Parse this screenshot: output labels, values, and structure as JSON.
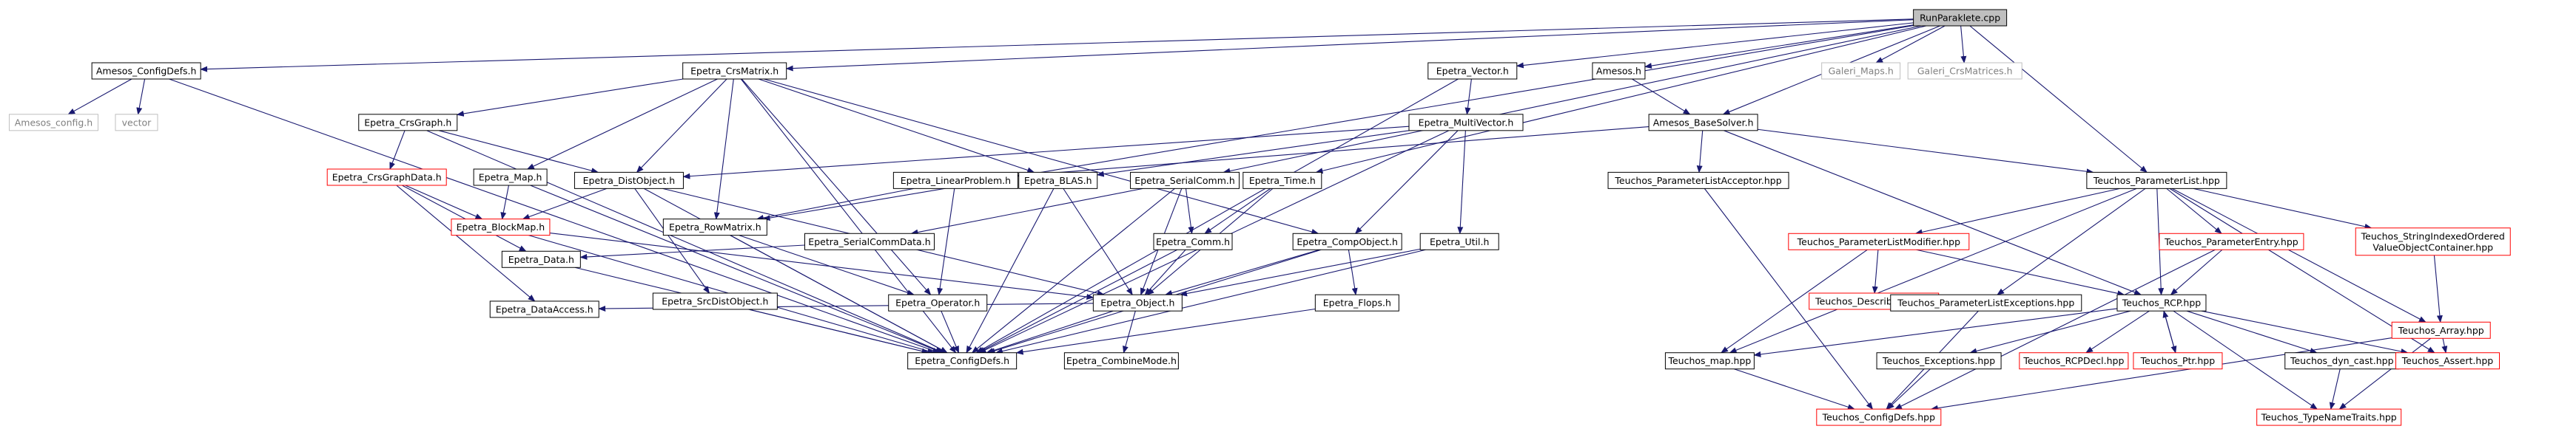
{
  "colors": {
    "edge": "#191970",
    "root_fill": "#bfbfbf",
    "node_border": "#000000",
    "missing_border": "#bfbfbf",
    "truncated_border": "#ff0000",
    "text": "#000000",
    "missing_text": "#808080"
  },
  "nodes": [
    {
      "id": "root",
      "label": "RunParaklete.cpp",
      "kind": "root"
    },
    {
      "id": "amesos_configdefs",
      "label": "Amesos_ConfigDefs.h",
      "kind": "normal"
    },
    {
      "id": "amesos_config",
      "label": "Amesos_config.h",
      "kind": "missing"
    },
    {
      "id": "vector",
      "label": "vector",
      "kind": "missing"
    },
    {
      "id": "epetra_crsmatrix",
      "label": "Epetra_CrsMatrix.h",
      "kind": "normal"
    },
    {
      "id": "epetra_crsgraph",
      "label": "Epetra_CrsGraph.h",
      "kind": "normal"
    },
    {
      "id": "epetra_crsgraphdata",
      "label": "Epetra_CrsGraphData.h",
      "kind": "truncated"
    },
    {
      "id": "epetra_map",
      "label": "Epetra_Map.h",
      "kind": "normal"
    },
    {
      "id": "epetra_blockmap",
      "label": "Epetra_BlockMap.h",
      "kind": "truncated"
    },
    {
      "id": "epetra_distobject",
      "label": "Epetra_DistObject.h",
      "kind": "normal"
    },
    {
      "id": "epetra_data",
      "label": "Epetra_Data.h",
      "kind": "normal"
    },
    {
      "id": "epetra_dataaccess",
      "label": "Epetra_DataAccess.h",
      "kind": "normal"
    },
    {
      "id": "epetra_srcdistobject",
      "label": "Epetra_SrcDistObject.h",
      "kind": "normal"
    },
    {
      "id": "epetra_configdefs",
      "label": "Epetra_ConfigDefs.h",
      "kind": "normal"
    },
    {
      "id": "epetra_rowmatrix",
      "label": "Epetra_RowMatrix.h",
      "kind": "normal"
    },
    {
      "id": "epetra_linearproblem",
      "label": "Epetra_LinearProblem.h",
      "kind": "normal"
    },
    {
      "id": "epetra_blas",
      "label": "Epetra_BLAS.h",
      "kind": "normal"
    },
    {
      "id": "epetra_serialcommdata",
      "label": "Epetra_SerialCommData.h",
      "kind": "normal"
    },
    {
      "id": "epetra_operator",
      "label": "Epetra_Operator.h",
      "kind": "normal"
    },
    {
      "id": "epetra_serialcomm",
      "label": "Epetra_SerialComm.h",
      "kind": "normal"
    },
    {
      "id": "epetra_object",
      "label": "Epetra_Object.h",
      "kind": "normal"
    },
    {
      "id": "epetra_combinemode",
      "label": "Epetra_CombineMode.h",
      "kind": "normal"
    },
    {
      "id": "epetra_comm",
      "label": "Epetra_Comm.h",
      "kind": "normal"
    },
    {
      "id": "epetra_time",
      "label": "Epetra_Time.h",
      "kind": "normal"
    },
    {
      "id": "epetra_compobject",
      "label": "Epetra_CompObject.h",
      "kind": "normal"
    },
    {
      "id": "epetra_flops",
      "label": "Epetra_Flops.h",
      "kind": "normal"
    },
    {
      "id": "epetra_vector",
      "label": "Epetra_Vector.h",
      "kind": "normal"
    },
    {
      "id": "epetra_multivector",
      "label": "Epetra_MultiVector.h",
      "kind": "normal"
    },
    {
      "id": "epetra_util",
      "label": "Epetra_Util.h",
      "kind": "normal"
    },
    {
      "id": "amesos_h",
      "label": "Amesos.h",
      "kind": "normal"
    },
    {
      "id": "amesos_basesolver",
      "label": "Amesos_BaseSolver.h",
      "kind": "normal"
    },
    {
      "id": "teuchos_placcept",
      "label": "Teuchos_ParameterListAcceptor.hpp",
      "kind": "normal"
    },
    {
      "id": "galeri_maps",
      "label": "Galeri_Maps.h",
      "kind": "missing"
    },
    {
      "id": "galeri_crsmatrices",
      "label": "Galeri_CrsMatrices.h",
      "kind": "missing"
    },
    {
      "id": "teuchos_parameterlist",
      "label": "Teuchos_ParameterList.hpp",
      "kind": "normal"
    },
    {
      "id": "teuchos_plmodifier",
      "label": "Teuchos_ParameterListModifier.hpp",
      "kind": "truncated"
    },
    {
      "id": "teuchos_describable",
      "label": "Teuchos_Describable.hpp",
      "kind": "truncated"
    },
    {
      "id": "teuchos_parameterentry",
      "label": "Teuchos_ParameterEntry.hpp",
      "kind": "truncated"
    },
    {
      "id": "teuchos_sivo",
      "label": "Teuchos_StringIndexedOrdered\nValueObjectContainer.hpp",
      "kind": "truncated"
    },
    {
      "id": "teuchos_array",
      "label": "Teuchos_Array.hpp",
      "kind": "truncated"
    },
    {
      "id": "teuchos_plexceptions",
      "label": "Teuchos_ParameterListExceptions.hpp",
      "kind": "normal"
    },
    {
      "id": "teuchos_rcp",
      "label": "Teuchos_RCP.hpp",
      "kind": "normal"
    },
    {
      "id": "teuchos_map",
      "label": "Teuchos_map.hpp",
      "kind": "normal"
    },
    {
      "id": "teuchos_exceptions",
      "label": "Teuchos_Exceptions.hpp",
      "kind": "normal"
    },
    {
      "id": "teuchos_rcpdecl",
      "label": "Teuchos_RCPDecl.hpp",
      "kind": "truncated"
    },
    {
      "id": "teuchos_ptr",
      "label": "Teuchos_Ptr.hpp",
      "kind": "truncated"
    },
    {
      "id": "teuchos_dyncast",
      "label": "Teuchos_dyn_cast.hpp",
      "kind": "normal"
    },
    {
      "id": "teuchos_assert",
      "label": "Teuchos_Assert.hpp",
      "kind": "truncated"
    },
    {
      "id": "teuchos_configdefs",
      "label": "Teuchos_ConfigDefs.hpp",
      "kind": "truncated"
    },
    {
      "id": "teuchos_typenametraits",
      "label": "Teuchos_TypeNameTraits.hpp",
      "kind": "truncated"
    }
  ],
  "edges": [
    [
      "root",
      "amesos_configdefs"
    ],
    [
      "root",
      "epetra_crsmatrix"
    ],
    [
      "root",
      "epetra_vector"
    ],
    [
      "root",
      "amesos_h"
    ],
    [
      "root",
      "amesos_basesolver"
    ],
    [
      "root",
      "galeri_maps"
    ],
    [
      "root",
      "galeri_crsmatrices"
    ],
    [
      "root",
      "teuchos_parameterlist"
    ],
    [
      "root",
      "epetra_rowmatrix"
    ],
    [
      "root",
      "epetra_serialcomm"
    ],
    [
      "root",
      "epetra_time"
    ],
    [
      "amesos_configdefs",
      "amesos_config"
    ],
    [
      "amesos_configdefs",
      "vector"
    ],
    [
      "amesos_configdefs",
      "epetra_configdefs"
    ],
    [
      "epetra_crsmatrix",
      "epetra_crsgraph"
    ],
    [
      "epetra_crsmatrix",
      "epetra_distobject"
    ],
    [
      "epetra_crsmatrix",
      "epetra_map"
    ],
    [
      "epetra_crsmatrix",
      "epetra_rowmatrix"
    ],
    [
      "epetra_crsmatrix",
      "epetra_blas"
    ],
    [
      "epetra_crsmatrix",
      "epetra_compobject"
    ],
    [
      "epetra_crsmatrix",
      "epetra_operator"
    ],
    [
      "epetra_crsmatrix",
      "epetra_configdefs"
    ],
    [
      "epetra_crsgraph",
      "epetra_crsgraphdata"
    ],
    [
      "epetra_crsgraph",
      "epetra_distobject"
    ],
    [
      "epetra_crsgraph",
      "epetra_configdefs"
    ],
    [
      "epetra_crsgraphdata",
      "epetra_blockmap"
    ],
    [
      "epetra_crsgraphdata",
      "epetra_data"
    ],
    [
      "epetra_crsgraphdata",
      "epetra_dataaccess"
    ],
    [
      "epetra_map",
      "epetra_blockmap"
    ],
    [
      "epetra_map",
      "epetra_configdefs"
    ],
    [
      "epetra_distobject",
      "epetra_blockmap"
    ],
    [
      "epetra_distobject",
      "epetra_srcdistobject"
    ],
    [
      "epetra_distobject",
      "epetra_object"
    ],
    [
      "epetra_distobject",
      "epetra_configdefs"
    ],
    [
      "epetra_blockmap",
      "epetra_object"
    ],
    [
      "epetra_blockmap",
      "epetra_configdefs"
    ],
    [
      "epetra_data",
      "epetra_configdefs"
    ],
    [
      "epetra_srcdistobject",
      "epetra_configdefs"
    ],
    [
      "epetra_rowmatrix",
      "epetra_operator"
    ],
    [
      "epetra_rowmatrix",
      "epetra_configdefs"
    ],
    [
      "epetra_linearproblem",
      "epetra_rowmatrix"
    ],
    [
      "epetra_linearproblem",
      "epetra_operator"
    ],
    [
      "epetra_blas",
      "epetra_object"
    ],
    [
      "epetra_blas",
      "epetra_configdefs"
    ],
    [
      "epetra_serialcomm",
      "epetra_serialcommdata"
    ],
    [
      "epetra_serialcomm",
      "epetra_comm"
    ],
    [
      "epetra_serialcomm",
      "epetra_object"
    ],
    [
      "epetra_serialcomm",
      "epetra_configdefs"
    ],
    [
      "epetra_serialcommdata",
      "epetra_data"
    ],
    [
      "epetra_operator",
      "epetra_configdefs"
    ],
    [
      "epetra_comm",
      "epetra_object"
    ],
    [
      "epetra_comm",
      "epetra_configdefs"
    ],
    [
      "epetra_time",
      "epetra_comm"
    ],
    [
      "epetra_time",
      "epetra_object"
    ],
    [
      "epetra_object",
      "epetra_combinemode"
    ],
    [
      "epetra_object",
      "epetra_dataaccess"
    ],
    [
      "epetra_object",
      "epetra_configdefs"
    ],
    [
      "epetra_compobject",
      "epetra_flops"
    ],
    [
      "epetra_compobject",
      "epetra_object"
    ],
    [
      "epetra_compobject",
      "epetra_configdefs"
    ],
    [
      "epetra_flops",
      "epetra_configdefs"
    ],
    [
      "epetra_vector",
      "epetra_multivector"
    ],
    [
      "epetra_vector",
      "epetra_configdefs"
    ],
    [
      "epetra_multivector",
      "epetra_distobject"
    ],
    [
      "epetra_multivector",
      "epetra_compobject"
    ],
    [
      "epetra_multivector",
      "epetra_blas"
    ],
    [
      "epetra_multivector",
      "epetra_util"
    ],
    [
      "epetra_multivector",
      "epetra_configdefs"
    ],
    [
      "epetra_util",
      "epetra_object"
    ],
    [
      "epetra_util",
      "epetra_configdefs"
    ],
    [
      "amesos_h",
      "amesos_basesolver"
    ],
    [
      "amesos_basesolver",
      "epetra_linearproblem"
    ],
    [
      "amesos_basesolver",
      "teuchos_placcept"
    ],
    [
      "amesos_basesolver",
      "teuchos_parameterlist"
    ],
    [
      "amesos_basesolver",
      "teuchos_rcp"
    ],
    [
      "teuchos_placcept",
      "teuchos_configdefs"
    ],
    [
      "teuchos_parameterlist",
      "teuchos_plmodifier"
    ],
    [
      "teuchos_parameterlist",
      "teuchos_parameterentry"
    ],
    [
      "teuchos_parameterlist",
      "teuchos_sivo"
    ],
    [
      "teuchos_parameterlist",
      "teuchos_array"
    ],
    [
      "teuchos_parameterlist",
      "teuchos_plexceptions"
    ],
    [
      "teuchos_parameterlist",
      "teuchos_rcp"
    ],
    [
      "teuchos_parameterlist",
      "teuchos_map"
    ],
    [
      "teuchos_parameterlist",
      "teuchos_assert"
    ],
    [
      "teuchos_plmodifier",
      "teuchos_describable"
    ],
    [
      "teuchos_plmodifier",
      "teuchos_rcp"
    ],
    [
      "teuchos_plmodifier",
      "teuchos_map"
    ],
    [
      "teuchos_parameterentry",
      "teuchos_rcp"
    ],
    [
      "teuchos_parameterentry",
      "teuchos_configdefs"
    ],
    [
      "teuchos_sivo",
      "teuchos_array"
    ],
    [
      "teuchos_array",
      "teuchos_assert"
    ],
    [
      "teuchos_array",
      "teuchos_configdefs"
    ],
    [
      "teuchos_array",
      "teuchos_typenametraits"
    ],
    [
      "teuchos_plexceptions",
      "teuchos_configdefs"
    ],
    [
      "teuchos_rcp",
      "teuchos_map"
    ],
    [
      "teuchos_rcp",
      "teuchos_exceptions"
    ],
    [
      "teuchos_rcp",
      "teuchos_rcpdecl"
    ],
    [
      "teuchos_rcp",
      "teuchos_ptr"
    ],
    [
      "teuchos_rcp",
      "teuchos_dyncast"
    ],
    [
      "teuchos_rcp",
      "teuchos_assert"
    ],
    [
      "teuchos_rcp",
      "teuchos_typenametraits"
    ],
    [
      "teuchos_ptr",
      "teuchos_rcp"
    ],
    [
      "teuchos_map",
      "teuchos_configdefs"
    ],
    [
      "teuchos_exceptions",
      "teuchos_configdefs"
    ],
    [
      "teuchos_dyncast",
      "teuchos_typenametraits"
    ]
  ]
}
